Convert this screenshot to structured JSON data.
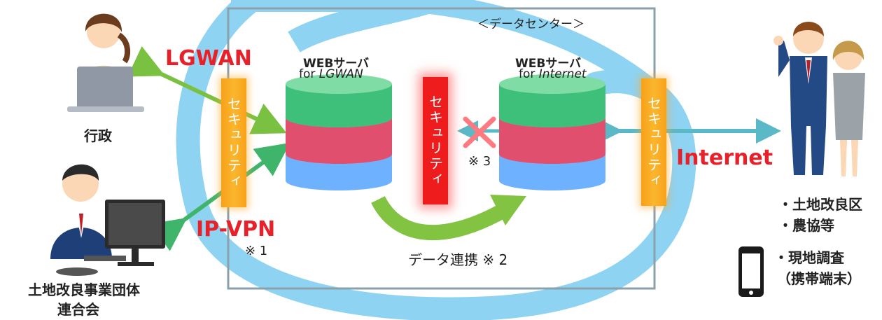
{
  "datacenter_label": "＜データセンター＞",
  "server_lgwan": {
    "title": "WEBサーバ",
    "subtitle_prefix": "for ",
    "subtitle_em": "LGWAN"
  },
  "server_internet": {
    "title": "WEBサーバ",
    "subtitle_prefix": "for ",
    "subtitle_em": "Internet"
  },
  "security_label": "セキュリティ",
  "network_labels": {
    "lgwan": "LGWAN",
    "ipvpn": "IP-VPN",
    "internet": "Internet"
  },
  "notes": {
    "note1": "※ 1",
    "note2": "データ連携 ※ 2",
    "note3": "※ 3"
  },
  "actors": {
    "gyosei": "行政",
    "federation_line1": "土地改良事業団体",
    "federation_line2": "連合会",
    "users_line1": "・土地改良区",
    "users_line2": "・農協等",
    "mobile_line1": "・現地調査",
    "mobile_line2": "（携帯端末）"
  },
  "colors": {
    "lgwan_text": "#e8202a",
    "security_orange": "#f7a11a",
    "security_red": "#ee1c1c",
    "loop_blue": "#8fd3f2",
    "green_arrow": "#7ac142",
    "teal_arrow": "#5bb8c7",
    "db_green": "#3ec07a",
    "db_red": "#e0506e",
    "db_blue": "#6eb2ff"
  }
}
